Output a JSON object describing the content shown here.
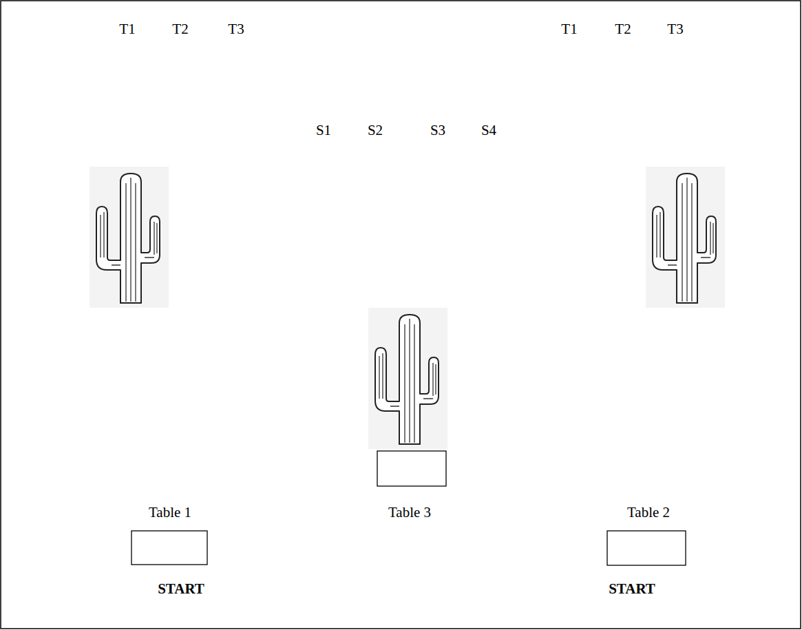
{
  "diagram": {
    "labels": [
      "T1",
      "T2",
      "T3",
      "T1",
      "T2",
      "T3",
      "S1",
      "S2",
      "S3",
      "S4",
      "Table 1",
      "Table 3",
      "Table 2",
      "START",
      "START"
    ]
  }
}
